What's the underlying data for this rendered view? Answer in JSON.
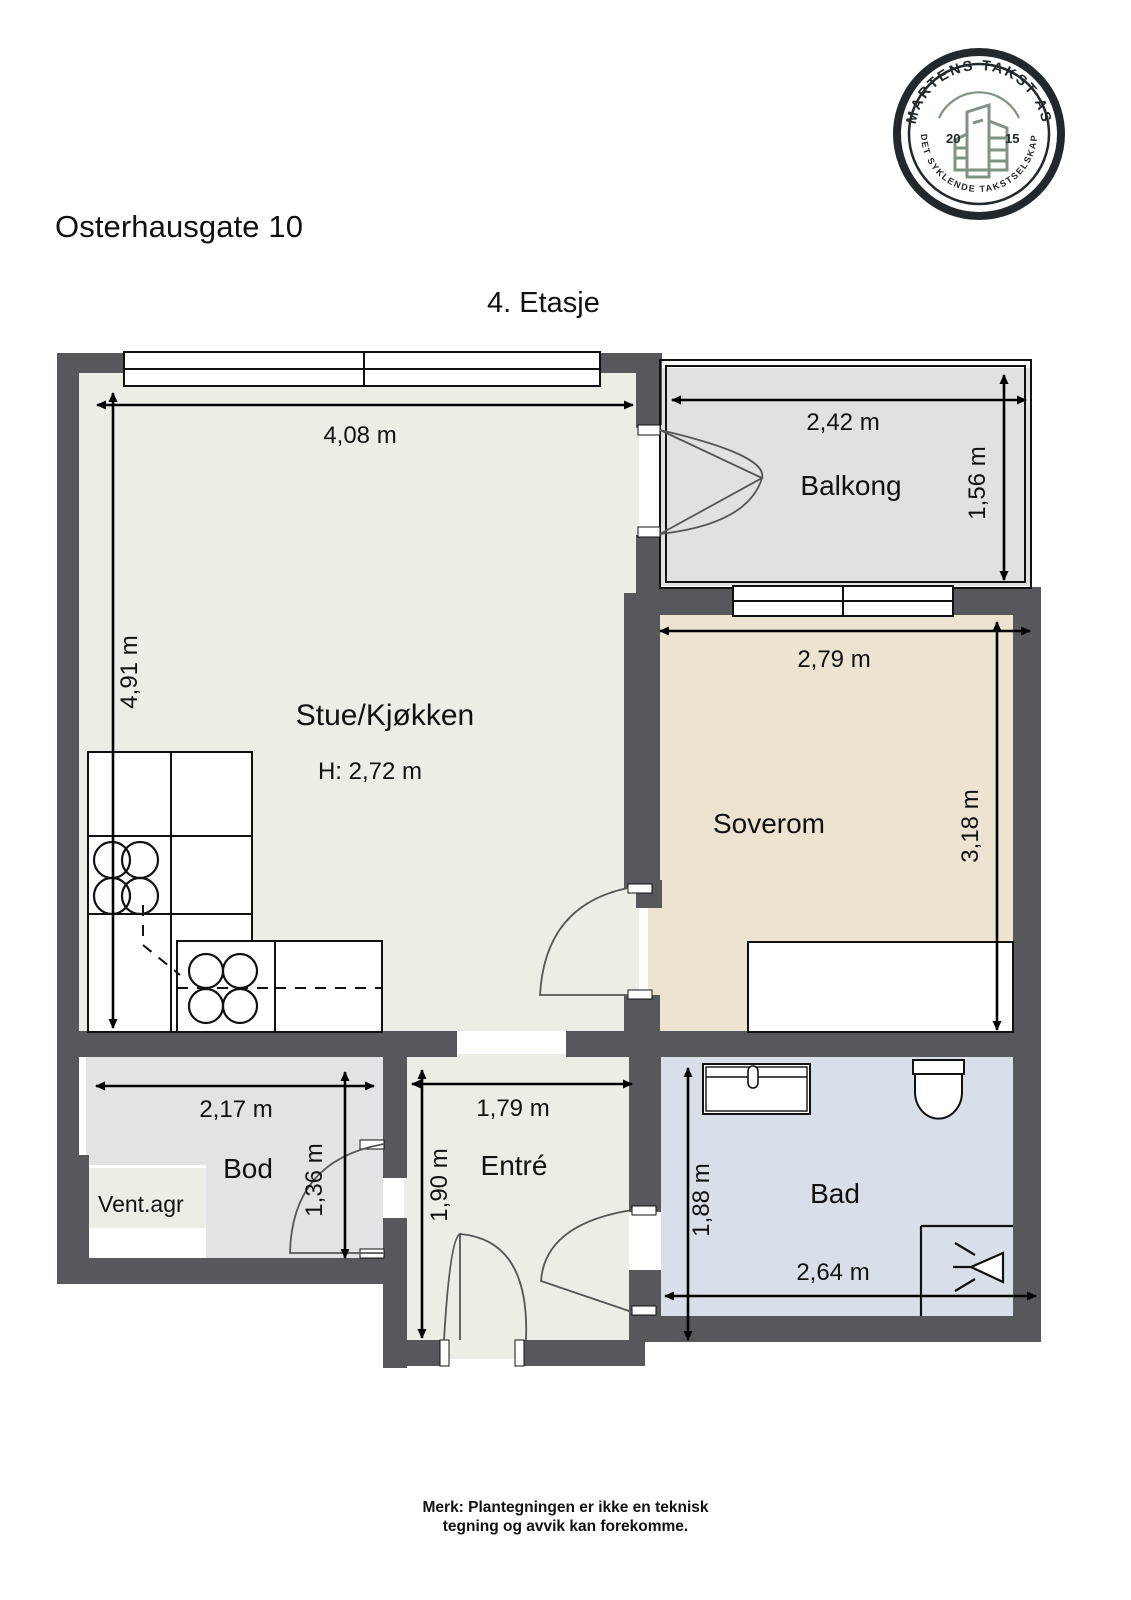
{
  "header": {
    "doc_title": "Osterhausgate 10",
    "floor_title": "4. Etasje"
  },
  "logo": {
    "top_arc_text": "MARTENS TAKST AS",
    "bottom_arc_text": "DET SYKLENDE TAKSTSELSKAP",
    "year_left": "20",
    "year_right": "15",
    "brand_color": "#7f9384",
    "ring_color": "#22282b"
  },
  "rooms": [
    {
      "id": "stue_kjokken",
      "label": "Stue/Kjøkken",
      "height_label": "H: 2,72 m",
      "width_label": "4,08 m",
      "depth_label": "4,91 m",
      "fill": "#eceee6"
    },
    {
      "id": "balkong",
      "label": "Balkong",
      "width_label": "2,42 m",
      "depth_label": "1,56 m",
      "fill": "#e0e1e2"
    },
    {
      "id": "soverom",
      "label": "Soverom",
      "width_label": "2,79 m",
      "depth_label": "3,18 m",
      "fill": "#ece3d0"
    },
    {
      "id": "bod",
      "label": "Bod",
      "width_label": "2,17 m",
      "depth_label": "1,36 m",
      "fill": "#e2e3e4"
    },
    {
      "id": "entre",
      "label": "Entré",
      "width_label": "1,79 m",
      "depth_label": "1,90 m",
      "fill": "#eceee6"
    },
    {
      "id": "bad",
      "label": "Bad",
      "width_label": "2,64 m",
      "depth_label": "1,88 m",
      "fill": "#d9dfe8"
    }
  ],
  "fixtures": {
    "vent_label": "Vent.agr"
  },
  "colors": {
    "wall": "#56585c",
    "dim_line": "#000000",
    "fixture_stroke": "#111111",
    "page_background": "#ffffff"
  },
  "footer": {
    "line1": "Merk: Plantegningen er ikke en teknisk",
    "line2": "tegning og avvik kan forekomme."
  }
}
